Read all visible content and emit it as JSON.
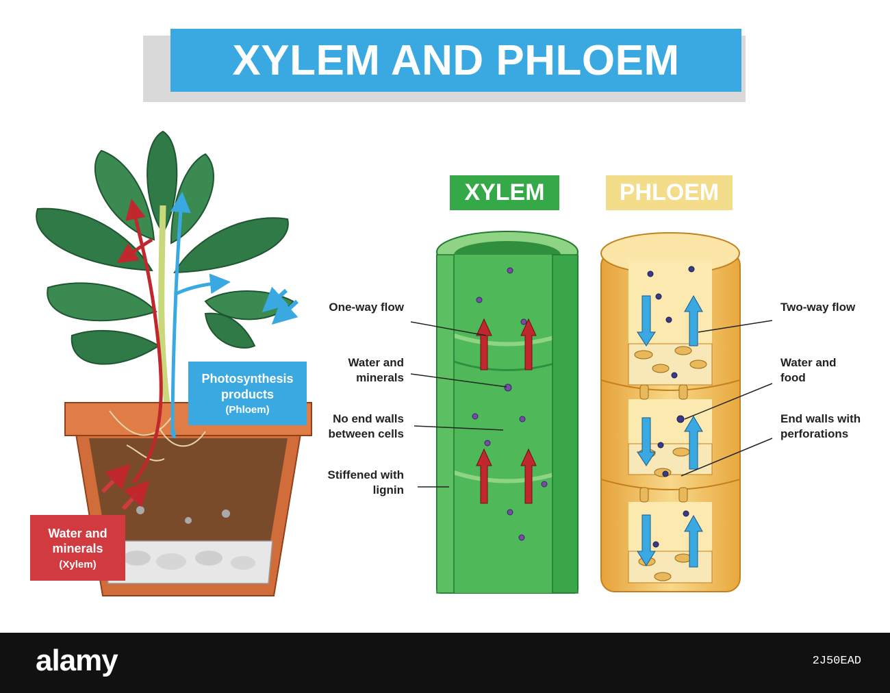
{
  "title": "XYLEM AND PHLOEM",
  "xylem_header": "XYLEM",
  "phloem_header": "PHLOEM",
  "plant_labels": {
    "water": {
      "main": "Water and minerals",
      "sub": "(Xylem)"
    },
    "photo": {
      "main": "Photosynthesis products",
      "sub": "(Phloem)"
    }
  },
  "xylem_labels": [
    "One-way flow",
    "Water and minerals",
    "No end walls between cells",
    "Stiffened with lignin"
  ],
  "phloem_labels": [
    "Two-way flow",
    "Water and food",
    "End walls with perforations"
  ],
  "footer": {
    "brand": "alamy",
    "code": "2J50EAD"
  },
  "colors": {
    "title_bg": "#3aa9e1",
    "xylem": "#35a847",
    "phloem": "#f3dc8a",
    "water_tag": "#d13a3f",
    "arrow_red": "#c0282e",
    "arrow_blue": "#3aa9e1"
  }
}
